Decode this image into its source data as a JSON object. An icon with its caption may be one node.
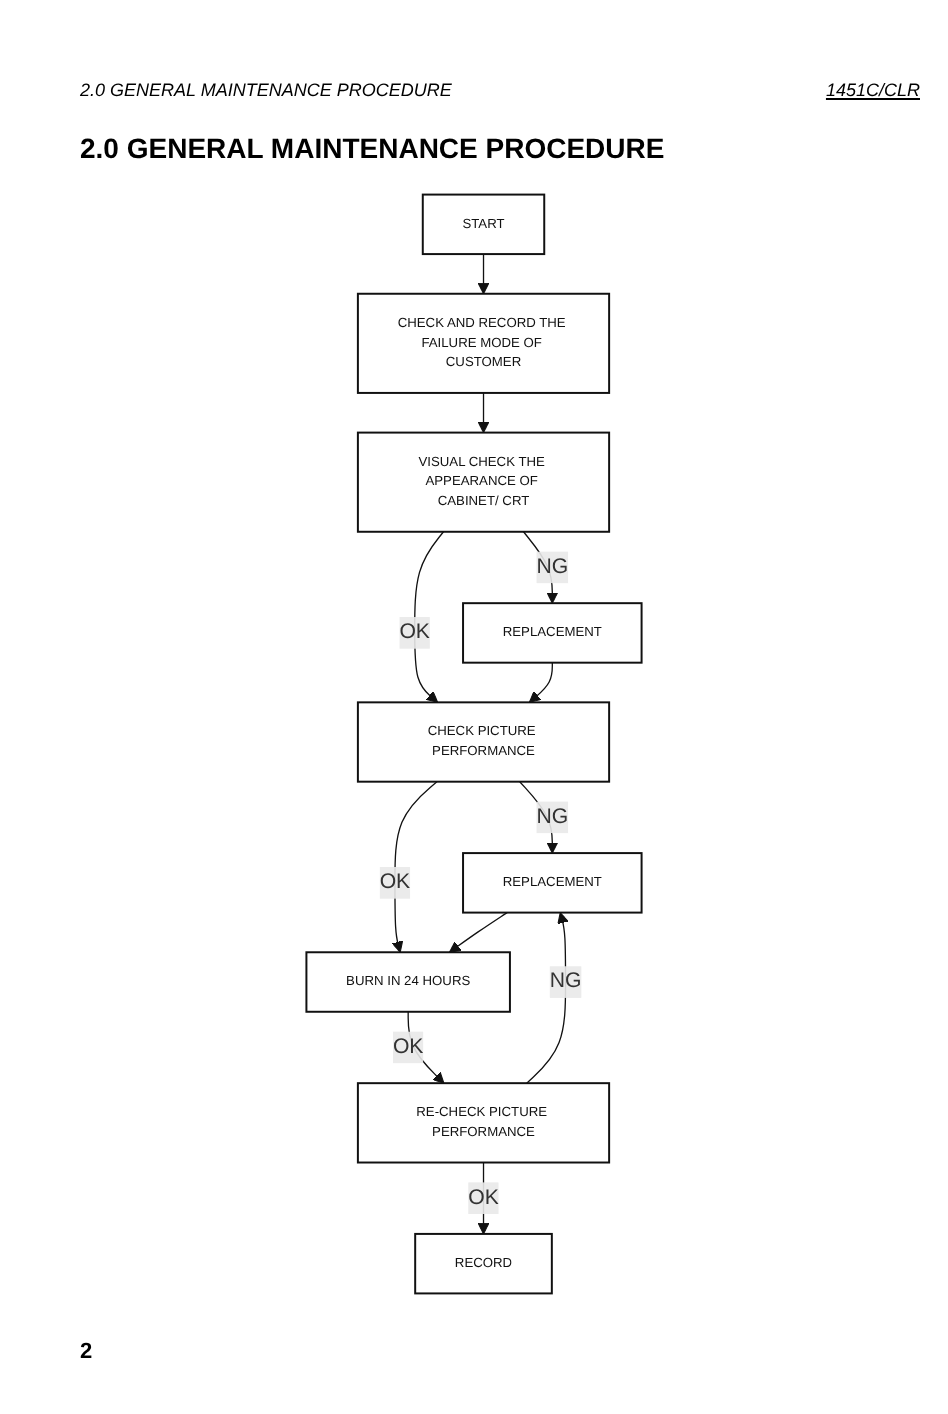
{
  "diagram": {
    "title": "2.0 GENERAL MAINTENANCE PROCEDURE",
    "nodes": [
      {
        "text": [
          "START"
        ]
      },
      {
        "text": [
          "CHECK AND RECORD THE FAILURE MODE OF CUSTOMER"
        ]
      },
      {
        "text": [
          "VISUAL CHECK THE APPEARANCE OF CABINET/ CRT"
        ]
      },
      {
        "text": [
          "REPLACEMENT"
        ]
      },
      {
        "text": [
          "CHECK PICTURE PERFORMANCE"
        ]
      },
      {
        "text": [
          "REPLACEMENT"
        ]
      },
      {
        "text": [
          "BURN IN 24 HOURS"
        ]
      },
      {
        "text": [
          "RE-CHECK PICTURE PERFORMANCE"
        ]
      },
      {
        "text": [
          "RECORD"
        ]
      }
    ],
    "edges": [
      {
        "from": 0,
        "to": 1,
        "arrow": "to"
      },
      {
        "from": 1,
        "to": 2,
        "arrow": "to"
      },
      {
        "from": 2,
        "to": 3,
        "arrow": "to",
        "label": "NG"
      },
      {
        "from": 2,
        "to": 4,
        "arrow": "to",
        "label": "OK"
      },
      {
        "from": 3,
        "to": 4,
        "arrow": "to"
      },
      {
        "from": 4,
        "to": 5,
        "arrow": "to",
        "label": "NG"
      },
      {
        "from": 4,
        "to": 6,
        "arrow": "to",
        "label": "OK"
      },
      {
        "from": 5,
        "to": 6,
        "arrow": "to"
      },
      {
        "from": 6,
        "to": 7,
        "arrow": "to",
        "label": "OK"
      },
      {
        "from": 7,
        "to": 5,
        "arrow": "to",
        "label": "NG"
      },
      {
        "from": 7,
        "to": 8,
        "arrow": "to",
        "label": "OK"
      }
    ],
    "labels": [
      "2.0 GENERAL MAINTENANCE PROCEDURE",
      "1451C/CLR",
      "2"
    ]
  }
}
